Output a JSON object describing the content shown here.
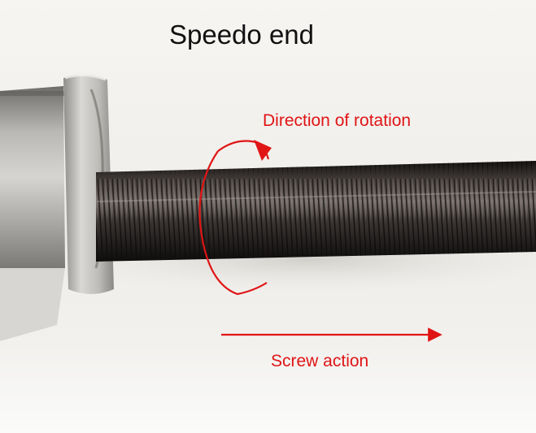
{
  "title": "Speedo end",
  "annotations": {
    "rotation_label": "Direction of rotation",
    "screw_label": "Screw action"
  },
  "colors": {
    "annotation": "#e01515",
    "title": "#111111",
    "background": "#f4f2ee",
    "screw_dark": "#2b2625",
    "bushing": "#b8b8b6"
  }
}
